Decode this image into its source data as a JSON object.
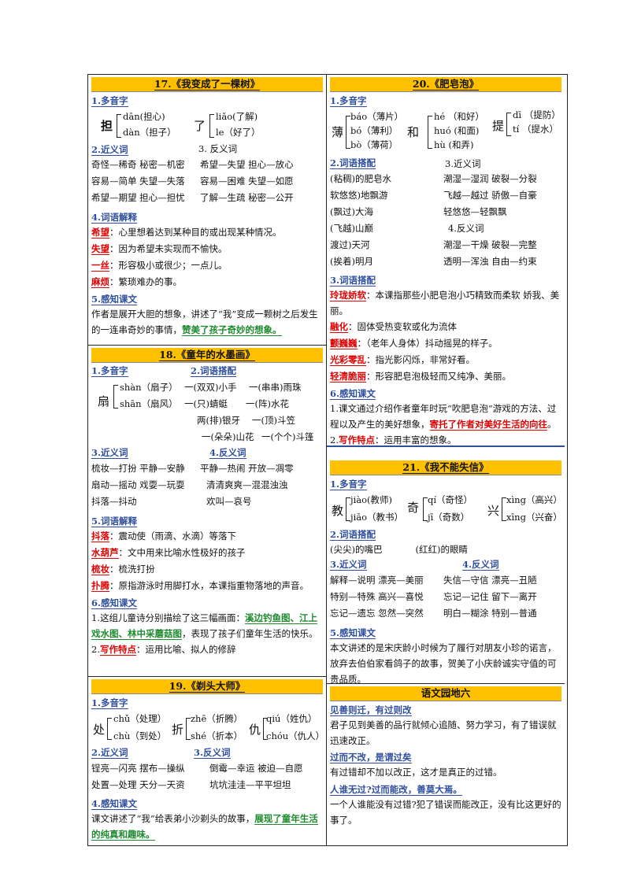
{
  "l17": {
    "title": "17.《我变成了一棵树》",
    "h1": "1.多音字",
    "p1_char": "担",
    "p1_a": "dān(担心)",
    "p1_b": "dàn（担子）",
    "p2_char": "了",
    "p2_a": "liǎo(了解)",
    "p2_b": "le（好了）",
    "h2": "2.近义词",
    "h3": "3. 反义词",
    "syn": [
      "奇怪—稀奇  秘密—机密",
      "容易—简单  失望—失落",
      "希望—期望  担心—担忧"
    ],
    "ant": [
      "希望—失望  担心—放心",
      "容易—困难  失望—如愿",
      "了解—生疏  秘密—公开"
    ],
    "h4": "4.词语解释",
    "d1t": "希望",
    "d1": "：心里想着达到某种目的或出现某种情况。",
    "d2t": "失望",
    "d2": "：因为希望未实现而不愉快。",
    "d3t": "一丝",
    "d3": "：形容极小或很少；一点儿。",
    "d4t": "麻烦",
    "d4": "：繁琐难办的事。",
    "h5": "5.感知课文",
    "p_a": "作者是展开大胆的想象，讲述了“我”变成一颗树之后发生的一连串奇妙的事情，",
    "p_g": "赞美了孩子奇妙的想象。"
  },
  "l18": {
    "title": "18.《童年的水墨画》",
    "h1": "1.多音字",
    "h2": "2.词语搭配",
    "char": "扇",
    "a": "shàn（扇子）",
    "b": "shān（扇风）",
    "c1": "一(双双)小手",
    "c2": "一(串串)雨珠",
    "c3": "一(只)蜻蜓",
    "c4": "一(阵)水花",
    "c5": "两(排)银牙",
    "c6": "一(顶)斗笠",
    "c7": "一(朵朵)山花",
    "c8": "一(个个)斗篷",
    "h3": "3.近义词",
    "h4": "4.反义词",
    "syn": [
      "梳妆—打扮  平静—安静",
      "扇动—摇动  戏耍—玩耍",
      "抖落—抖动"
    ],
    "ant": [
      "平静—热闹  开放—凋零",
      "清清爽爽—混混浊浊",
      "欢叫—哀号"
    ],
    "h5": "5.词语解释",
    "d1t": "抖落",
    "d1": "：震动使（雨滴、水滴）等落下",
    "d2t": "水葫芦",
    "d2": "：文中用来比喻水性极好的孩子",
    "d3t": "梳妆",
    "d3": "：梳洗打扮",
    "d4t": "扑腾",
    "d4": "：原指游泳时用脚打水，本课指重物落地的声音。",
    "h6": "6.感知课文",
    "p1a": "1.这组儿童诗分别描绘了这三幅画面：",
    "p1g": "溪边钓鱼图、江上戏水图、林中采蘑菇图",
    "p1b": "，表现了孩子们童年生活的快乐。",
    "p2n": "2.",
    "p2t": "写作特点",
    "p2": "：运用比喻、拟人的修辞"
  },
  "l19": {
    "title": "19.《剃头大师》",
    "h1": "1.多音字",
    "c1": "处",
    "c1a": "chǔ（处理）",
    "c1b": "chù（到处）",
    "c2": "折",
    "c2a": "zhē（折腾）",
    "c2b": "shé（折本）",
    "c3": "仇",
    "c3a": "qiú（姓仇）",
    "c3b": "chóu（仇人）",
    "h2": "2.近义词",
    "h3": "3.反义词",
    "syn": [
      "锃亮—闪亮  摆布—操纵",
      "处置—处理  天分—天资"
    ],
    "ant": [
      "倒霉—幸运  被迫—自愿",
      "坑坑洼洼—平平坦坦"
    ],
    "h4": "4.感知课文",
    "p_a": "课文讲述了“我”给表弟小沙剃头的故事，",
    "p_g": "展现了童年生活的纯真和趣味。"
  },
  "r20": {
    "title": "20.《肥皂泡》",
    "h1": "1.多音字",
    "c1": "薄",
    "c1a": "báo（薄片）",
    "c1b": "bó（薄利）",
    "c1c": "bò（薄荷）",
    "c2": "和",
    "c2a": "hé （和好）",
    "c2b": "huó (和面)",
    "c2c": "hù (和弄)",
    "c3": "提",
    "c3a": "dī （提防）",
    "c3b": "tí （提水）",
    "h2": "2.词语搭配",
    "h3": "3.近义词",
    "col1": [
      "(粘稠)的肥皂水",
      "软悠悠)地飘游",
      "(飘过)大海",
      "(飞越)山巅",
      "渡过)天河",
      "(挨着)明月"
    ],
    "syn": [
      "潮湿—湿润  破裂—分裂",
      "飞越—越过  骄傲—自豪",
      "轻悠悠—轻飘飘"
    ],
    "h4": "4.反义词",
    "ant": [
      "潮湿—干燥  破裂—完整",
      "透明—浑浊  自由—约束"
    ],
    "h5": "3.词语搭配",
    "d1t": "玲珑娇软",
    "d1": "：本课指那些小肥皂泡小巧精致而柔软 娇我、美丽。",
    "d2t": "融化",
    "d2": "：固体受热变软或化为流体",
    "d3t": "颤巍巍",
    "d3": "：（老年人身体）抖动摇晃的样子。",
    "d4t": "光彩零乱",
    "d4": "：指光影闪烁，非常好看。",
    "d5t": "轻清脆丽",
    "d5": "：形容肥皂泡极轻而又纯净、美丽。",
    "h6": "6.感知课文",
    "p1a": "1.课文通过介绍作者童年时玩“吹肥皂泡”游戏的方法、过程以及产生的美好想象，",
    "p1g": "寄托了作者对美好生活的向往",
    "p1b": "。",
    "p2n": "2.",
    "p2t": "写作特点",
    "p2": "：运用丰富的想象。"
  },
  "r21": {
    "title": "21.《我不能失信》",
    "h1": "1.多音字",
    "c1": "教",
    "c1a": "jiào(教师)",
    "c1b": "jiāo（教书）",
    "c2": "奇",
    "c2a": "qí（奇怪）",
    "c2b": "jī（奇数）",
    "c3": "兴",
    "c3a": "xìng（高兴）",
    "c3b": "xīng（兴奋）",
    "h2": "2.词语搭配",
    "col_a": "(尖尖)的嘴巴",
    "col_b": "(红红)的眼睛",
    "h3": "3.近义词",
    "h4": "4.反义词",
    "syn": [
      "解释—说明  漂亮—美丽",
      "特别—特殊  高兴—喜悦",
      "忘记—遗忘  忽然—突然"
    ],
    "ant": [
      "失信—守信  漂亮—丑陋",
      "忘记—记住  留下—离开",
      "明白—糊涂  特别—普通"
    ],
    "h5": "5.感知课文",
    "p": "本文讲述的是宋庆龄小时候为了履行对朋友小珍的诺言，放弃去伯伯家看鸽子的故事，贺美了小庆龄诚实守值的可贵品质。"
  },
  "r6": {
    "title": "语文园地六",
    "s1": "见善则迁，有过则改",
    "t1": "君子见到美善的品行就倾心追随、努力学习，有了错误就迅速改正。",
    "s2": "过而不改，是谓过矣",
    "t2": "有过错却不加以改正，这才是真正的过错。",
    "s3": "人谁无过?过而能改，善莫大焉。",
    "t3": "一个人谁能没有过错?犯了错误而能改正，没有比这更好的事了。"
  }
}
